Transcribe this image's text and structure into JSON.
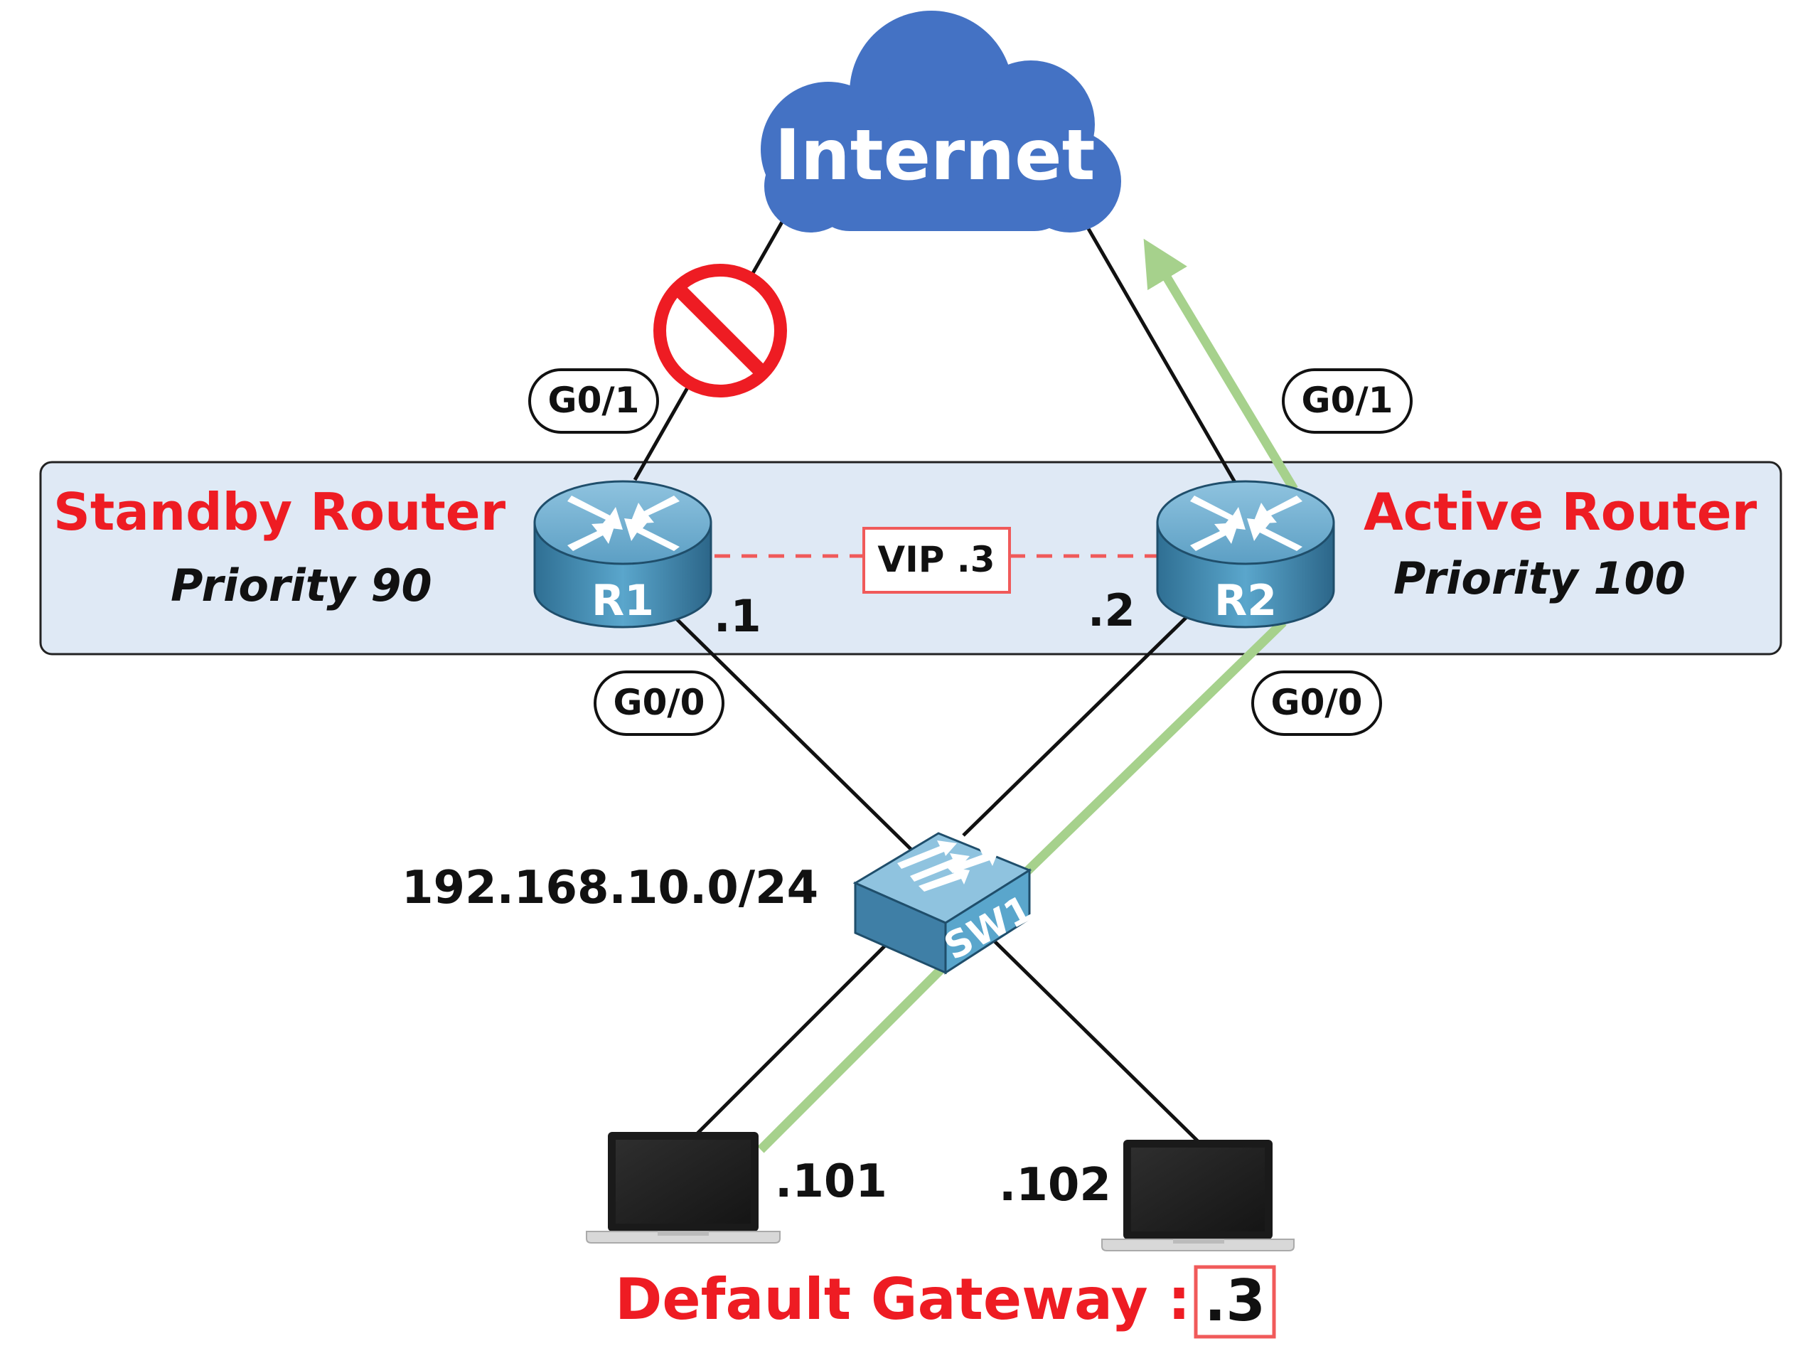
{
  "internet": {
    "label": "Internet"
  },
  "standby": {
    "role": "Standby Router",
    "priority": "Priority 90",
    "name": "R1",
    "ip": ".1",
    "upper_interface": "G0/1",
    "lower_interface": "G0/0"
  },
  "active": {
    "role": "Active Router",
    "priority": "Priority 100",
    "name": "R2",
    "ip": ".2",
    "upper_interface": "G0/1",
    "lower_interface": "G0/0"
  },
  "vip": {
    "label": "VIP .3"
  },
  "switch": {
    "name": "SW1"
  },
  "subnet": {
    "label": "192.168.10.0/24"
  },
  "hosts": [
    {
      "ip": ".101"
    },
    {
      "ip": ".102"
    }
  ],
  "gateway": {
    "label": "Default Gateway :",
    "value": ".3"
  },
  "colors": {
    "cloud": "#4472c4",
    "alert_red": "#ee1c23",
    "traffic_green": "#a6d18c",
    "panel_fill": "#dfe9f5",
    "device_blue": "#4a93b8",
    "vip_line": "#f05a5a"
  },
  "icons": [
    "cloud-icon",
    "blocked-icon",
    "router-icon",
    "switch-icon",
    "laptop-icon"
  ]
}
